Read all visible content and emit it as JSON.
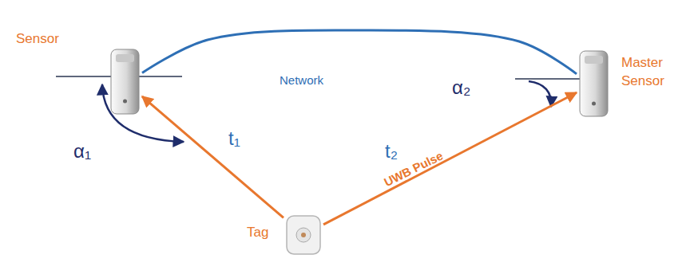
{
  "diagram": {
    "nodes": [
      {
        "text": [
          "Sensor"
        ]
      },
      {
        "text": [
          "Master Sensor"
        ]
      },
      {
        "text": [
          "Tag"
        ]
      }
    ],
    "edges": [
      {
        "from": 0,
        "to": 1,
        "arrow": "none",
        "label": "Network"
      },
      {
        "from": 2,
        "to": 0,
        "arrow": "to",
        "label": "t₁"
      },
      {
        "from": 2,
        "to": 1,
        "arrow": "to",
        "label": "t₂"
      }
    ],
    "labels": [
      "α₁",
      "α₂",
      "UWB Pulse"
    ]
  }
}
